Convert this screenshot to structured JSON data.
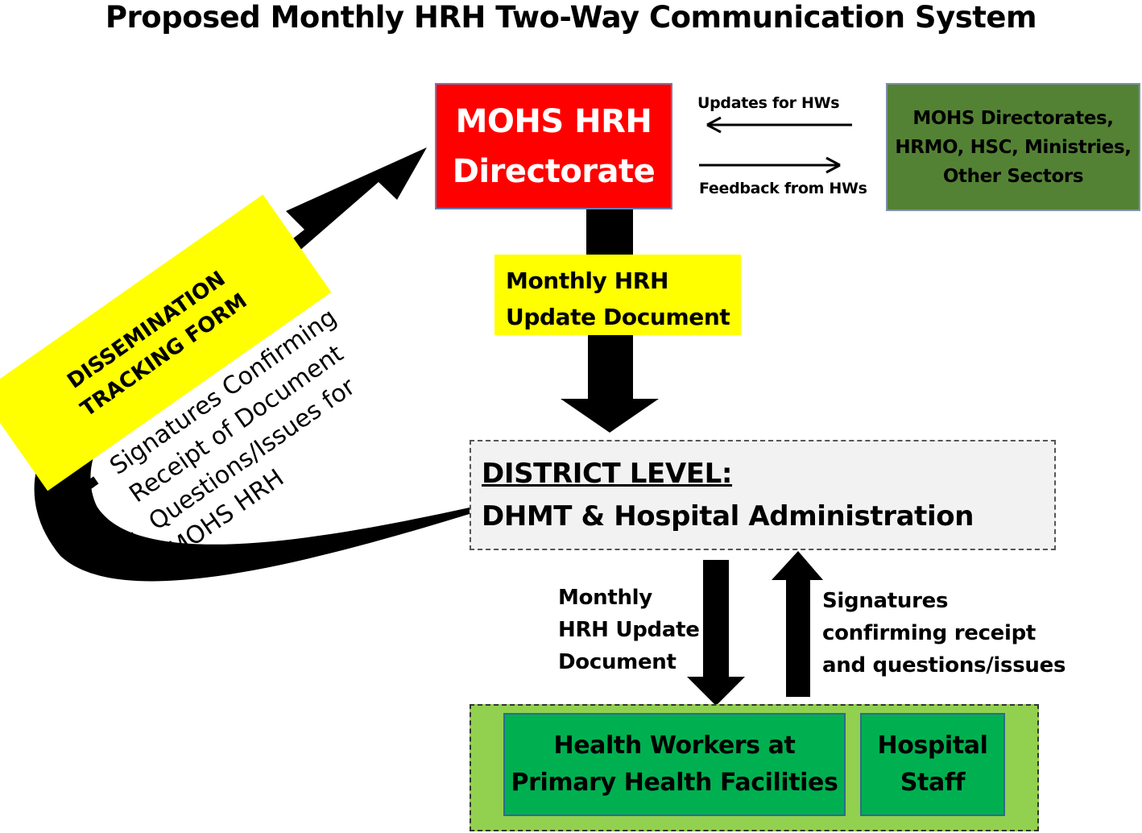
{
  "title": "Proposed Monthly HRH Two-Way Communication System",
  "mohs_box": {
    "line1": "MOHS HRH",
    "line2": "Directorate",
    "color": "#ff0000"
  },
  "partners_box": {
    "line1": "MOHS Directorates,",
    "line2": "HRMO, HSC, Ministries,",
    "line3": "Other Sectors",
    "color": "#548235"
  },
  "updates_label": "Updates for HWs",
  "feedback_label": "Feedback from HWs",
  "monthly_doc_box": {
    "line1": "Monthly HRH",
    "line2": "Update Document",
    "color": "#ffff00"
  },
  "district_box": {
    "title": "DISTRICT LEVEL:",
    "subtitle": "DHMT & Hospital Administration"
  },
  "flow_down_label": "Monthly\nHRH Update\nDocument",
  "flow_up_label": "Signatures\nconfirming receipt\nand questions/issues",
  "workers_box": {
    "health_workers": {
      "line1": "Health Workers at",
      "line2": "Primary Health Facilities"
    },
    "hospital_staff": {
      "line1": "Hospital",
      "line2": "Staff"
    },
    "outer_color": "#92d050",
    "inner_color": "#00b050"
  },
  "tracking_form": {
    "title_line1": "DISSEMINATION",
    "title_line2": "TRACKING FORM",
    "items": [
      "Signatures  Confirming\nReceipt of Document",
      "Questions/Issues  for\nMOHS HRH"
    ]
  },
  "icons": {
    "arrow_left": "arrow-left-icon",
    "arrow_right": "arrow-right-icon",
    "arrow_down": "arrow-down-icon",
    "arrow_up": "arrow-up-icon",
    "curved_arrow": "curved-feedback-arrow-icon"
  }
}
